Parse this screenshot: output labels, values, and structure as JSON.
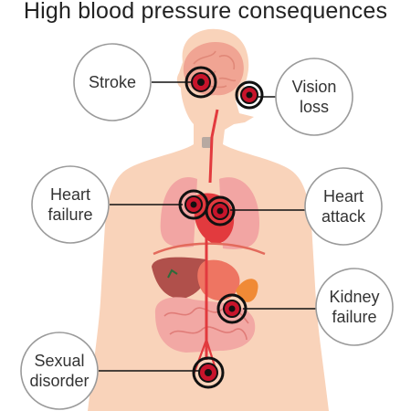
{
  "title": "High blood pressure consequences",
  "consequences": [
    {
      "id": "stroke",
      "label": "Stroke",
      "organ": "brain"
    },
    {
      "id": "vision-loss",
      "label": "Vision\nloss",
      "organ": "eye"
    },
    {
      "id": "heart-failure",
      "label": "Heart\nfailure",
      "organ": "heart"
    },
    {
      "id": "heart-attack",
      "label": "Heart\nattack",
      "organ": "heart"
    },
    {
      "id": "kidney-failure",
      "label": "Kidney\nfailure",
      "organ": "kidney"
    },
    {
      "id": "sexual-disorder",
      "label": "Sexual\ndisorder",
      "organ": "reproductive-organs"
    }
  ],
  "colors": {
    "body": "#F9D3BA",
    "target_ring": "#111111",
    "target_fill": "#C8142B",
    "label_circle_border": "#9A9A9A",
    "artery": "#E23A3E"
  }
}
